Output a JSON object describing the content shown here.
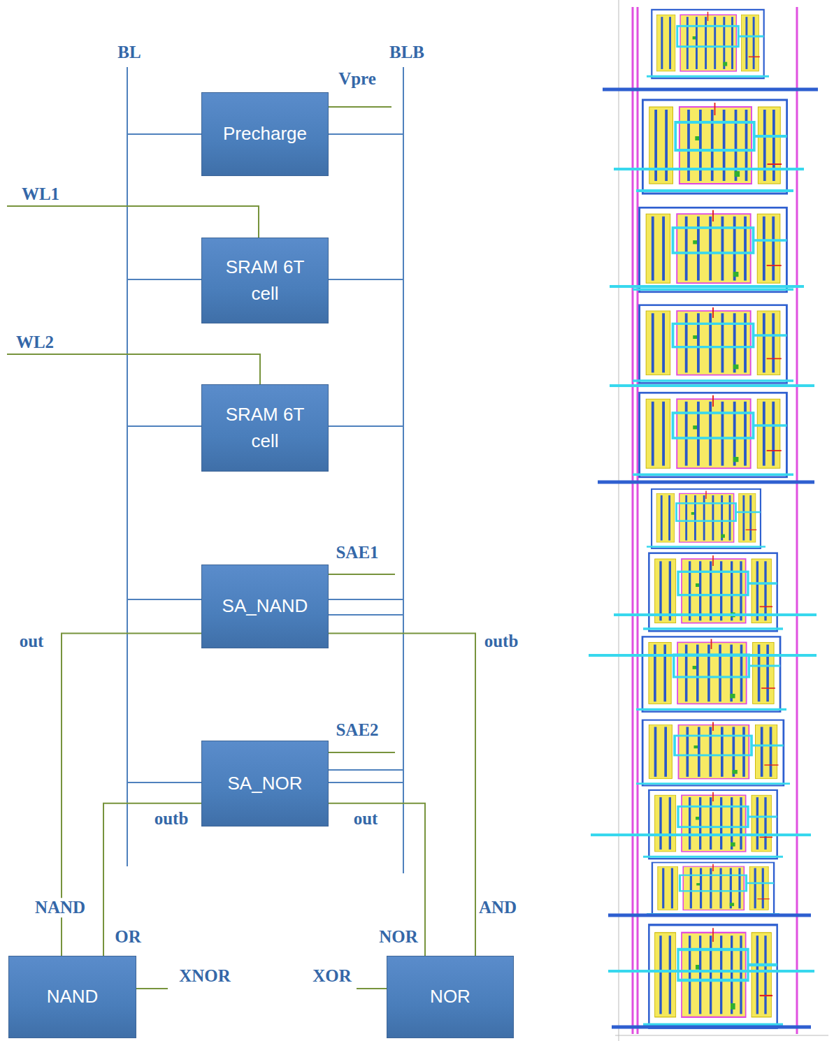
{
  "diagram": {
    "nodes": [
      {
        "text": [
          "Precharge"
        ]
      },
      {
        "text": [
          "SRAM 6T cell"
        ]
      },
      {
        "text": [
          "SRAM 6T cell"
        ]
      },
      {
        "text": [
          "SA_NAND"
        ]
      },
      {
        "text": [
          "SA_NOR"
        ]
      },
      {
        "text": [
          "NAND"
        ]
      },
      {
        "text": [
          "NOR"
        ]
      }
    ],
    "edges": [
      {
        "from": 3,
        "to": 5,
        "arrow": "none",
        "label": "NAND"
      },
      {
        "from": 4,
        "to": 5,
        "arrow": "none",
        "label": "OR"
      },
      {
        "from": 4,
        "to": 6,
        "arrow": "none",
        "label": "NOR"
      },
      {
        "from": 3,
        "to": 6,
        "arrow": "none",
        "label": "AND"
      }
    ],
    "labels": [
      "BL",
      "BLB",
      "Vpre",
      "WL1",
      "WL2",
      "SAE1",
      "out",
      "outb",
      "SAE2",
      "outb",
      "out",
      "XNOR",
      "XOR"
    ]
  }
}
